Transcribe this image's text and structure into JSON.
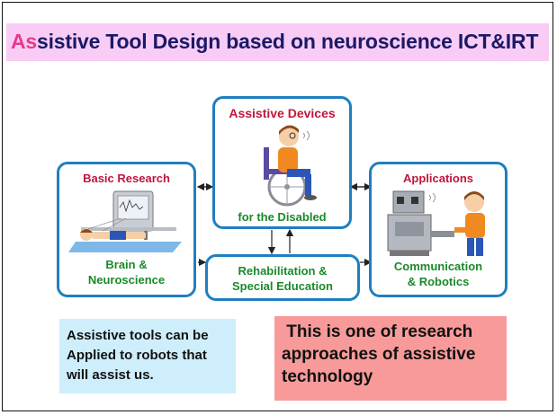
{
  "title": {
    "accent": "As",
    "rest": "sistive Tool Design based on neuroscience  ICT&IRT"
  },
  "boxes": {
    "center_top": {
      "heading": "Assistive Devices",
      "caption": "for the Disabled"
    },
    "left": {
      "heading": "Basic Research",
      "caption_line1": "Brain &",
      "caption_line2": "Neuroscience"
    },
    "bottom": {
      "line1": "Rehabilitation &",
      "line2": "Special Education"
    },
    "right": {
      "heading": "Applications",
      "caption_line1": "Communication",
      "caption_line2": "& Robotics"
    }
  },
  "notes": {
    "blue": {
      "line1": "Assistive tools can be",
      "line2": "Applied to robots that",
      "line3": "will assist us."
    },
    "red": {
      "line1": " This is one of research",
      "line2": "approaches of assistive",
      "line3": "technology"
    }
  },
  "colors": {
    "title_bar": "#f9ccf5",
    "title_text": "#1a1a66",
    "accent": "#e63a8a",
    "box_border": "#1f7fbf",
    "heading_red": "#c0163c",
    "caption_green": "#1a8a2a",
    "note_blue": "#cfeefc",
    "note_red": "#f89a9a"
  },
  "icons": [
    "wheelchair-person-illustration",
    "brain-scan-patient-illustration",
    "robot-with-child-illustration"
  ]
}
